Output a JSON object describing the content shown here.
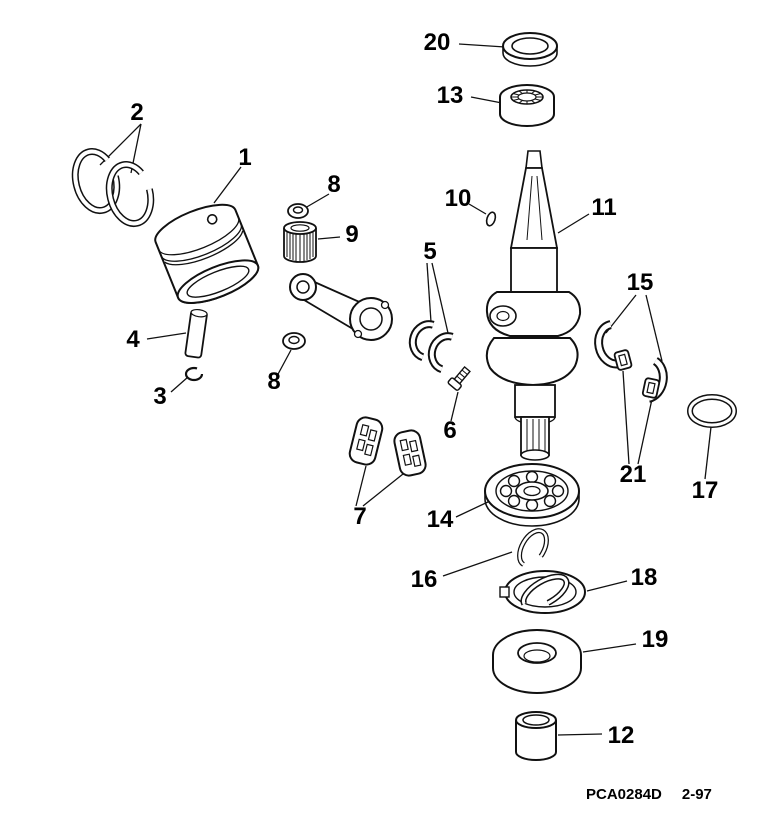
{
  "diagram": {
    "caption": {
      "code": "PCA0284D",
      "rev": "2-97"
    }
  },
  "callouts": [
    {
      "num": "20"
    },
    {
      "num": "13"
    },
    {
      "num": "2"
    },
    {
      "num": "1"
    },
    {
      "num": "8"
    },
    {
      "num": "10"
    },
    {
      "num": "11"
    },
    {
      "num": "9"
    },
    {
      "num": "5"
    },
    {
      "num": "15"
    },
    {
      "num": "4"
    },
    {
      "num": "8"
    },
    {
      "num": "3"
    },
    {
      "num": "6"
    },
    {
      "num": "21"
    },
    {
      "num": "17"
    },
    {
      "num": "7"
    },
    {
      "num": "14"
    },
    {
      "num": "16"
    },
    {
      "num": "18"
    },
    {
      "num": "19"
    },
    {
      "num": "12"
    }
  ]
}
